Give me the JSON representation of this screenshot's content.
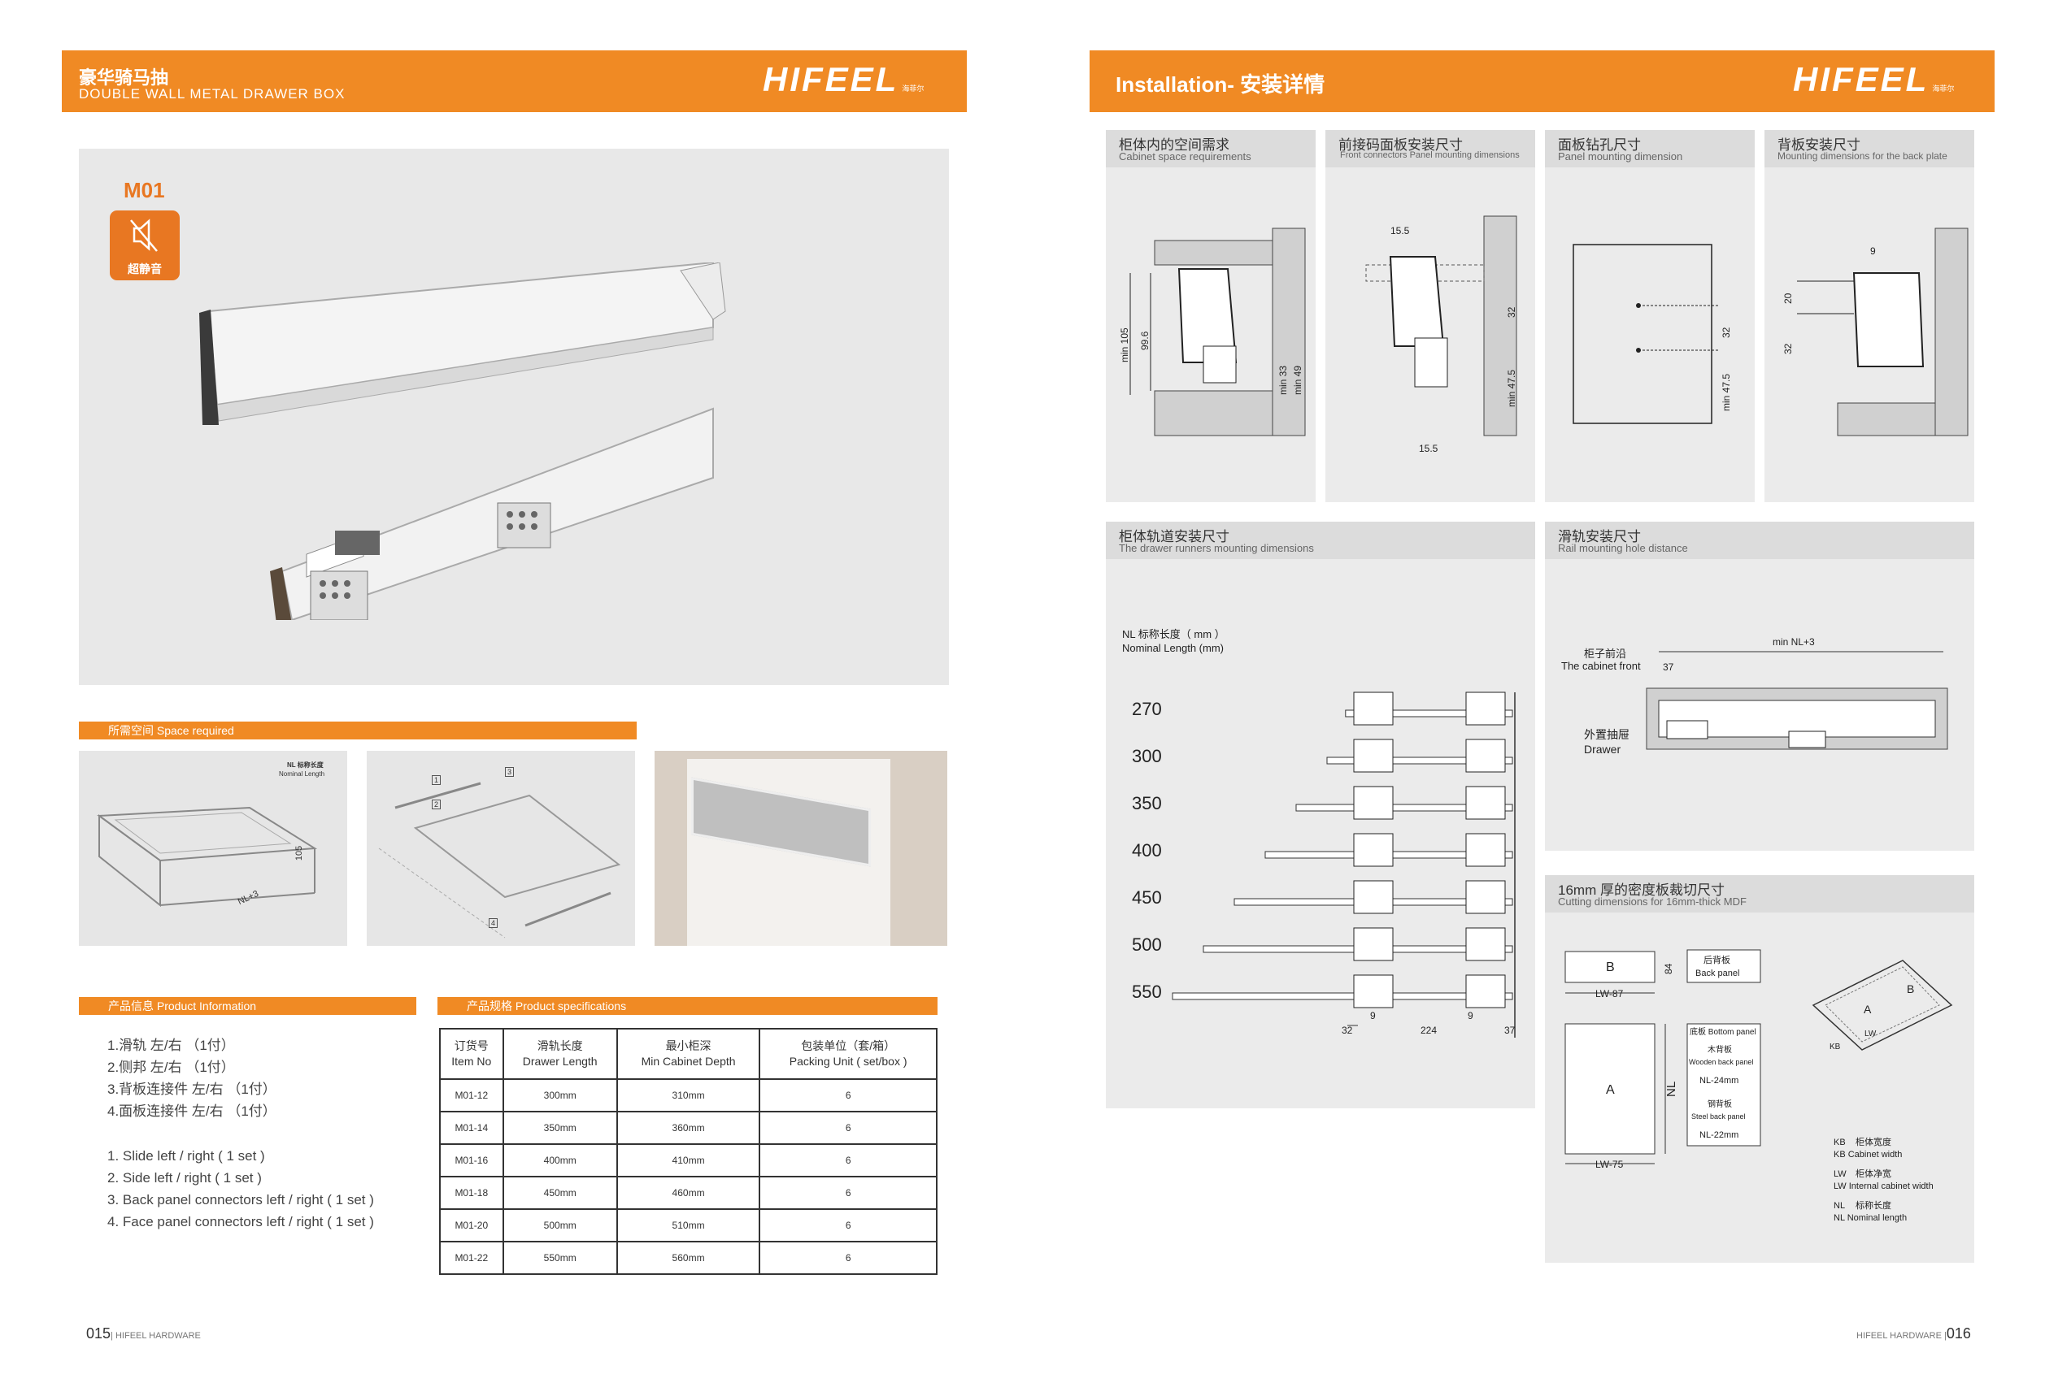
{
  "left_header": {
    "title_zh": "豪华骑马抽",
    "title_en": "DOUBLE WALL METAL DRAWER BOX"
  },
  "right_header": {
    "title": "Installation- 安装详情"
  },
  "brand": {
    "logo": "HIFEEL",
    "logo_sub": "海菲尔",
    "accent_color": "#F08A24"
  },
  "product": {
    "model": "M01",
    "badge": "超静音",
    "badge_icon": "mute-speaker-icon"
  },
  "space_required": {
    "bar": "所需空间 Space required",
    "nl_label_zh": "NL 标称长度",
    "nl_label_en": "Nominal Length",
    "dim_105": "105",
    "dim_nl3": "NL+3",
    "parts": [
      "1",
      "2",
      "3",
      "4"
    ]
  },
  "product_info": {
    "bar": "产品信息 Product Information",
    "items_zh": [
      "1.滑轨 左/右 （1付）",
      "2.侧邦 左/右 （1付）",
      "3.背板连接件 左/右 （1付）",
      "4.面板连接件 左/右 （1付）"
    ],
    "items_en": [
      "1. Slide left / right ( 1 set )",
      "2. Side left / right ( 1 set )",
      "3. Back panel connectors left / right ( 1 set )",
      "4. Face panel connectors left / right ( 1 set )"
    ]
  },
  "specs": {
    "bar": "产品规格  Product specifications",
    "headers": [
      [
        "订货号",
        "Item No"
      ],
      [
        "滑轨长度",
        "Drawer Length"
      ],
      [
        "最小柜深",
        "Min Cabinet Depth"
      ],
      [
        "包装单位（套/箱）",
        "Packing Unit ( set/box )"
      ]
    ],
    "rows": [
      [
        "M01-12",
        "300mm",
        "310mm",
        "6"
      ],
      [
        "M01-14",
        "350mm",
        "360mm",
        "6"
      ],
      [
        "M01-16",
        "400mm",
        "410mm",
        "6"
      ],
      [
        "M01-18",
        "450mm",
        "460mm",
        "6"
      ],
      [
        "M01-20",
        "500mm",
        "510mm",
        "6"
      ],
      [
        "M01-22",
        "550mm",
        "560mm",
        "6"
      ]
    ]
  },
  "panels": {
    "cabinet_space": {
      "zh": "柜体内的空间需求",
      "en": "Cabinet space requirements",
      "dims": [
        "min 105",
        "99.6",
        "min 33",
        "min 49"
      ]
    },
    "front_connectors": {
      "zh": "前接码面板安装尺寸",
      "en": "Front connectors Panel mounting dimensions",
      "dims": [
        "15.5",
        "32",
        "min 47.5",
        "15.5"
      ]
    },
    "panel_holes": {
      "zh": "面板钻孔尺寸",
      "en": "Panel mounting dimension",
      "dims": [
        "32",
        "min 47.5"
      ]
    },
    "back_plate": {
      "zh": "背板安装尺寸",
      "en": "Mounting dimensions for the back plate",
      "dims": [
        "9",
        "20",
        "32"
      ]
    },
    "runners": {
      "zh": "柜体轨道安装尺寸",
      "en": "The drawer runners mounting dimensions",
      "nl_zh": "NL 标称长度（ mm ）",
      "nl_en": "Nominal Length (mm)",
      "lengths": [
        "270",
        "300",
        "350",
        "400",
        "450",
        "500",
        "550"
      ],
      "bottom_dims": [
        "9",
        "9",
        "32",
        "224",
        "37"
      ]
    },
    "rail_holes": {
      "zh": "滑轨安装尺寸",
      "en": "Rail mounting hole distance",
      "front_zh": "柜子前沿",
      "front_en": "The cabinet front",
      "drawer_zh": "外置抽屉",
      "drawer_en": "Drawer",
      "dim_37": "37",
      "dim_nl": "min NL+3"
    },
    "mdf": {
      "zh": "16mm 厚的密度板裁切尺寸",
      "en": "Cutting dimensions for 16mm-thick MDF",
      "b": "B",
      "a": "A",
      "h84": "84",
      "lw87": "LW-87",
      "lw75": "LW-75",
      "nl": "NL",
      "back_zh": "后背板",
      "back_en": "Back panel",
      "bottom": "底板 Bottom panel",
      "wood_zh": "木背板",
      "wood_en": "Wooden back panel",
      "nl24": "NL-24mm",
      "steel_zh": "钢背板",
      "steel_en": "Steel back panel",
      "nl22": "NL-22mm",
      "legend": [
        [
          "KB",
          "柜体宽度",
          "KB Cabinet width"
        ],
        [
          "LW",
          "柜体净宽",
          "LW Internal cabinet width"
        ],
        [
          "NL",
          "标称长度",
          "NL Nominal length"
        ]
      ],
      "iso_labels": [
        "B",
        "A",
        "LW",
        "KB"
      ]
    }
  },
  "footer": {
    "left_num": "015",
    "left_text": "HIFEEL HARDWARE",
    "right_text": "HIFEEL HARDWARE",
    "right_num": "016"
  }
}
